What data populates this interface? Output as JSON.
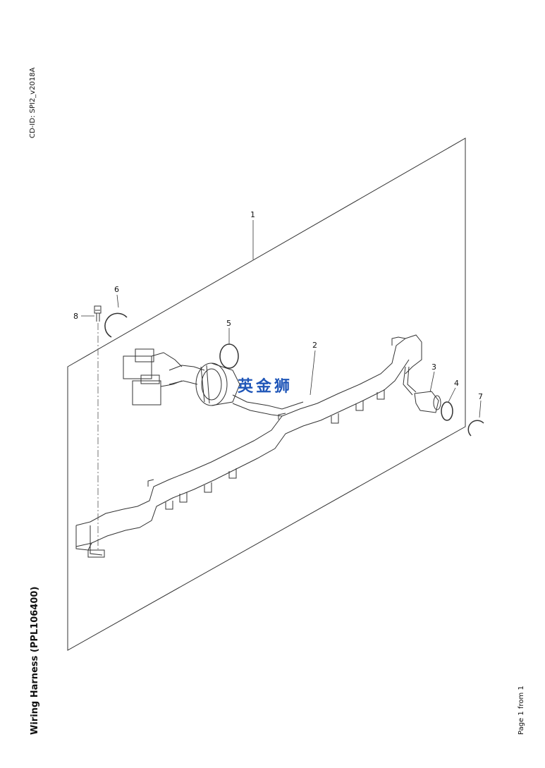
{
  "document": {
    "cd_id": "CD-ID: SPI2_v2018A",
    "title": "Wiring Harness (PPL106400)",
    "page_info": "Page 1 from 1",
    "watermark": "英金狮"
  },
  "callouts": [
    "1",
    "2",
    "3",
    "4",
    "5",
    "6",
    "7",
    "8"
  ],
  "colors": {
    "line": "#333333",
    "watermark": "#1f56b8"
  }
}
